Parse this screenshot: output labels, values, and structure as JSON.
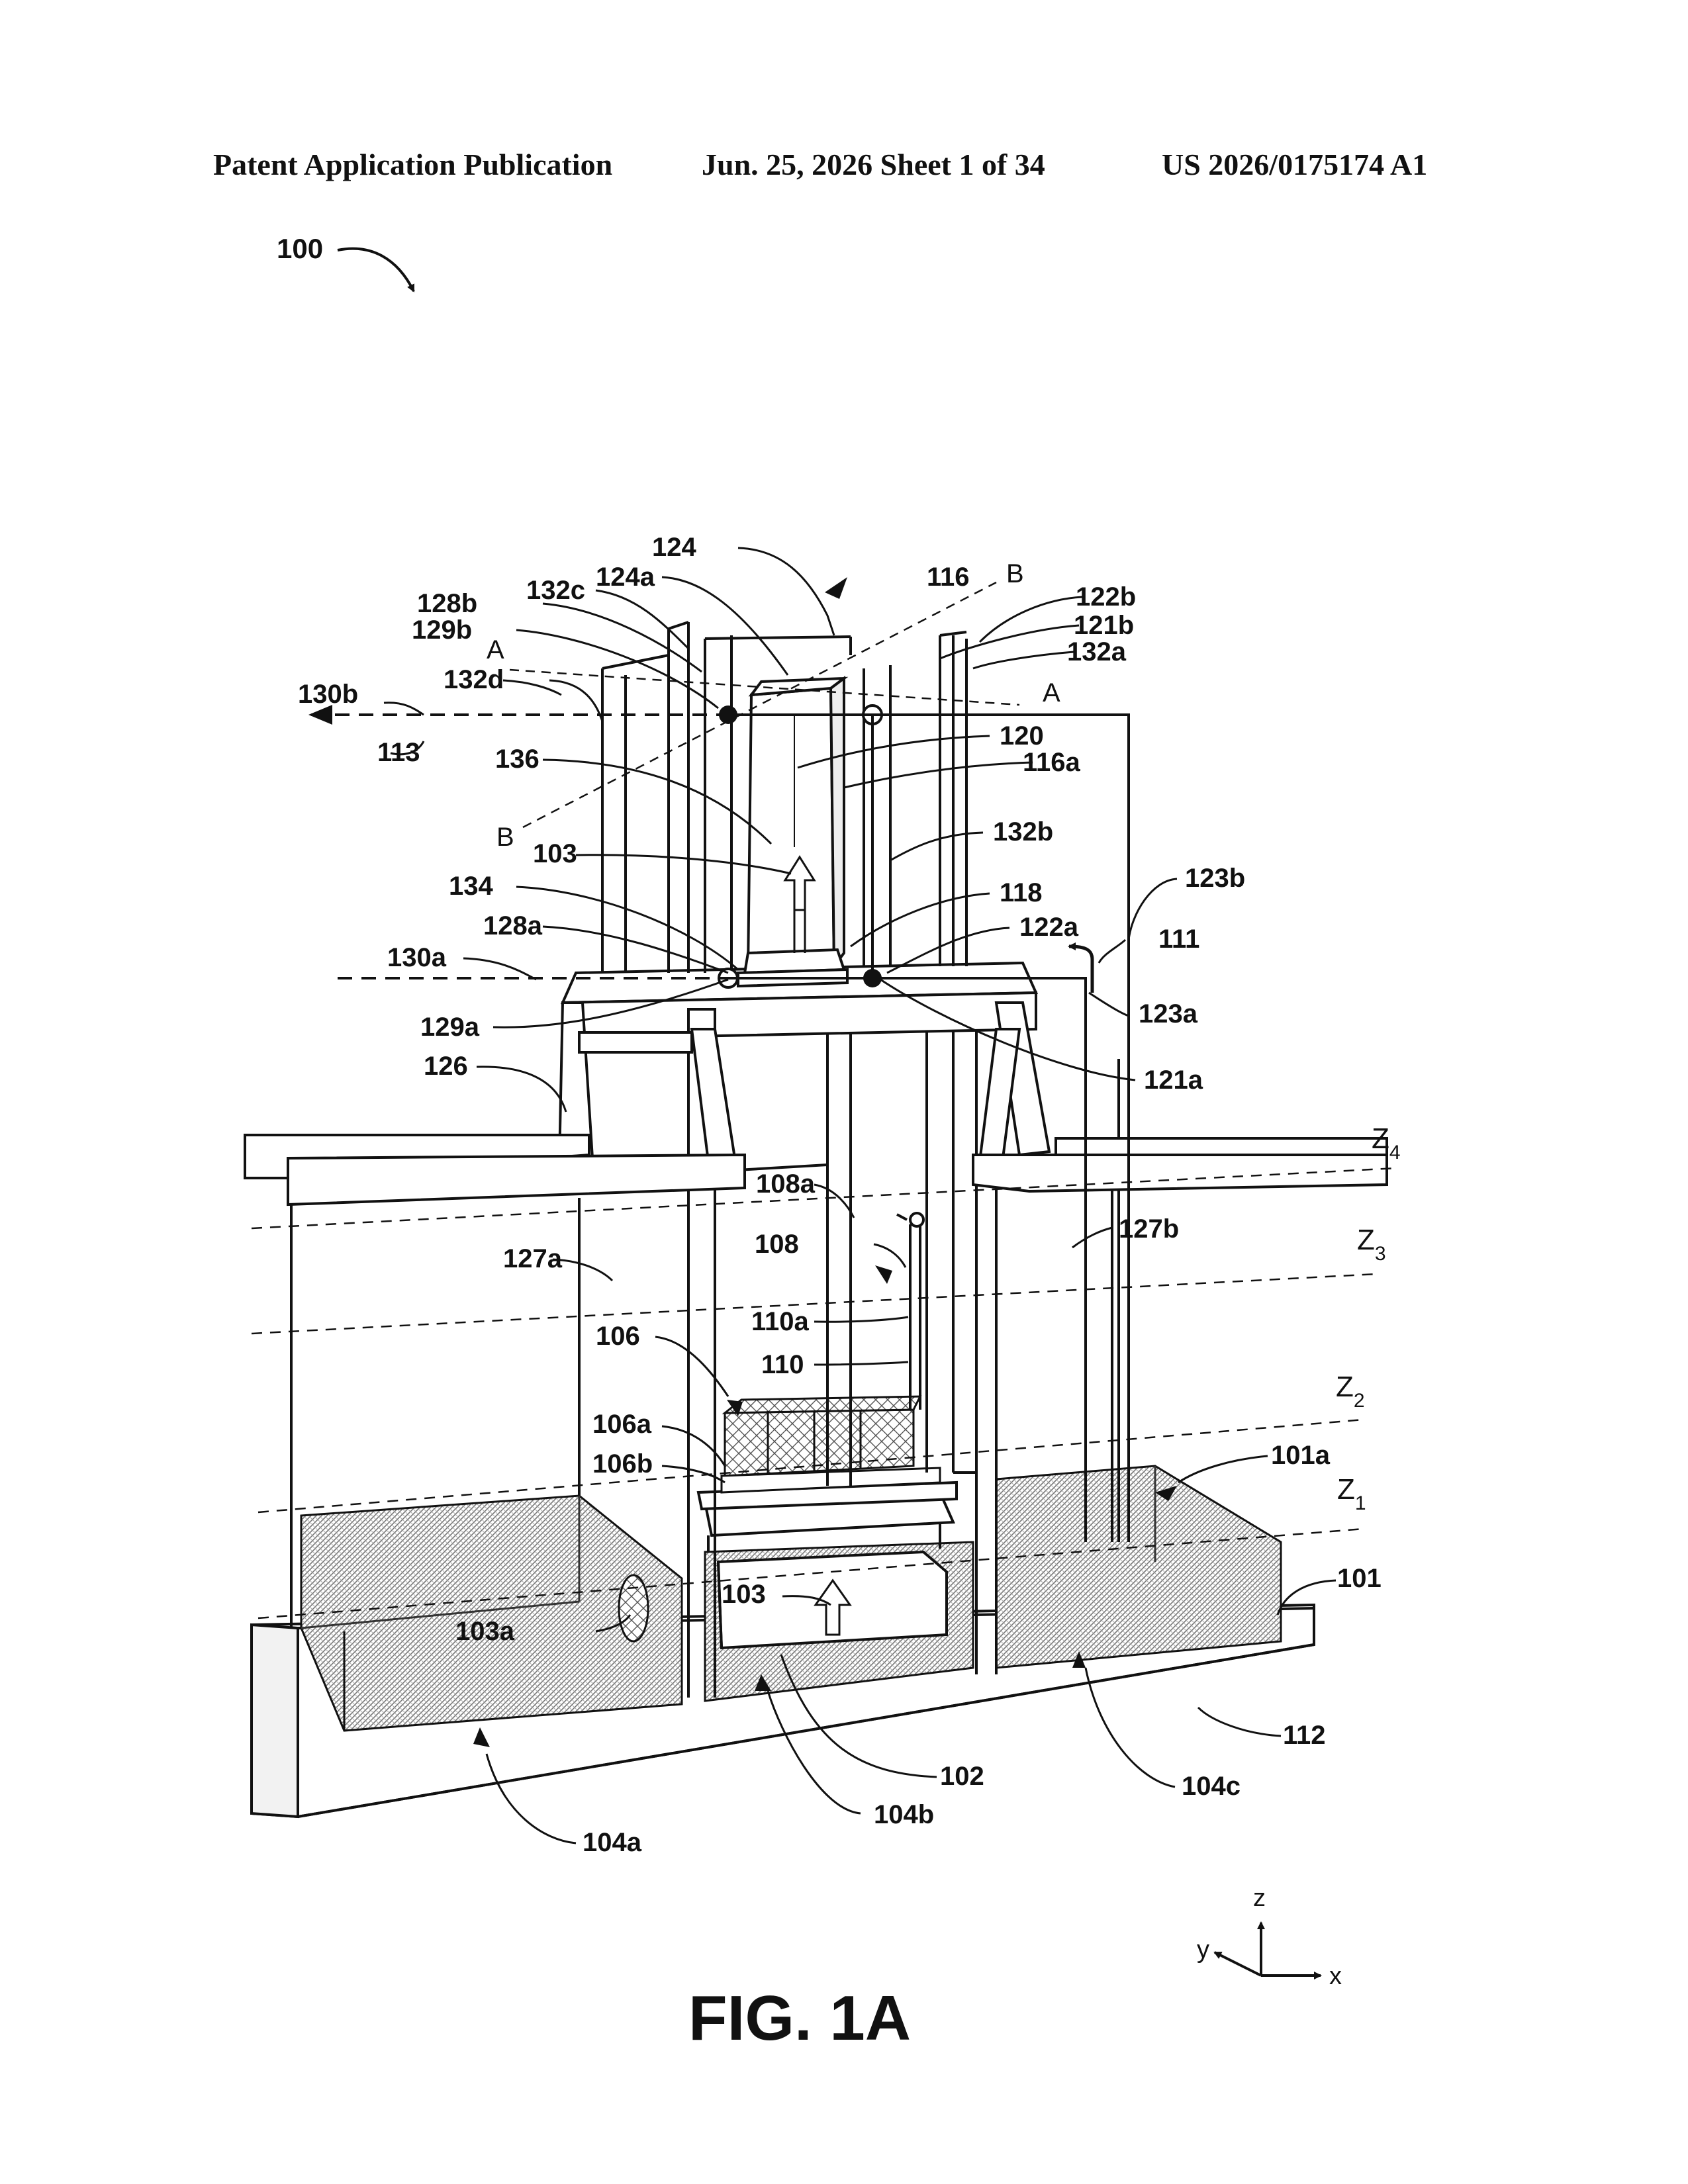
{
  "header": {
    "publication": "Patent Application Publication",
    "date_sheet": "Jun. 25, 2026  Sheet 1 of 34",
    "number": "US 2026/0175174 A1"
  },
  "figure": {
    "overall_ref": "100",
    "caption": "FIG. 1A",
    "labels": {
      "l124": "124",
      "l116": "116",
      "lB1": "B",
      "l124a": "124a",
      "l132c": "132c",
      "l128b": "128b",
      "l122b": "122b",
      "l121b": "121b",
      "l132a": "132a",
      "l129b": "129b",
      "lA1": "A",
      "l132d": "132d",
      "lA2": "A",
      "l130b": "130b",
      "l120": "120",
      "l113": "113",
      "l136": "136",
      "l116a": "116a",
      "lB2": "B",
      "l132b": "132b",
      "l103top": "103",
      "l123b": "123b",
      "l134": "134",
      "l118": "118",
      "l128a": "128a",
      "l122a": "122a",
      "l111": "111",
      "l130a": "130a",
      "l123a": "123a",
      "l129a": "129a",
      "l126": "126",
      "l121a": "121a",
      "l108a": "108a",
      "l127b": "127b",
      "l108": "108",
      "l127a": "127a",
      "l110a": "110a",
      "l106": "106",
      "l110": "110",
      "l106a": "106a",
      "l101a": "101a",
      "l106b": "106b",
      "l101": "101",
      "l103bot": "103",
      "l103a": "103a",
      "l112": "112",
      "l102": "102",
      "l104b": "104b",
      "l104c": "104c",
      "l104a": "104a"
    },
    "z_levels": [
      {
        "main": "Z",
        "sub": "4"
      },
      {
        "main": "Z",
        "sub": "3"
      },
      {
        "main": "Z",
        "sub": "2"
      },
      {
        "main": "Z",
        "sub": "1"
      }
    ],
    "axes": {
      "z": "z",
      "y": "y",
      "x": "x"
    }
  }
}
